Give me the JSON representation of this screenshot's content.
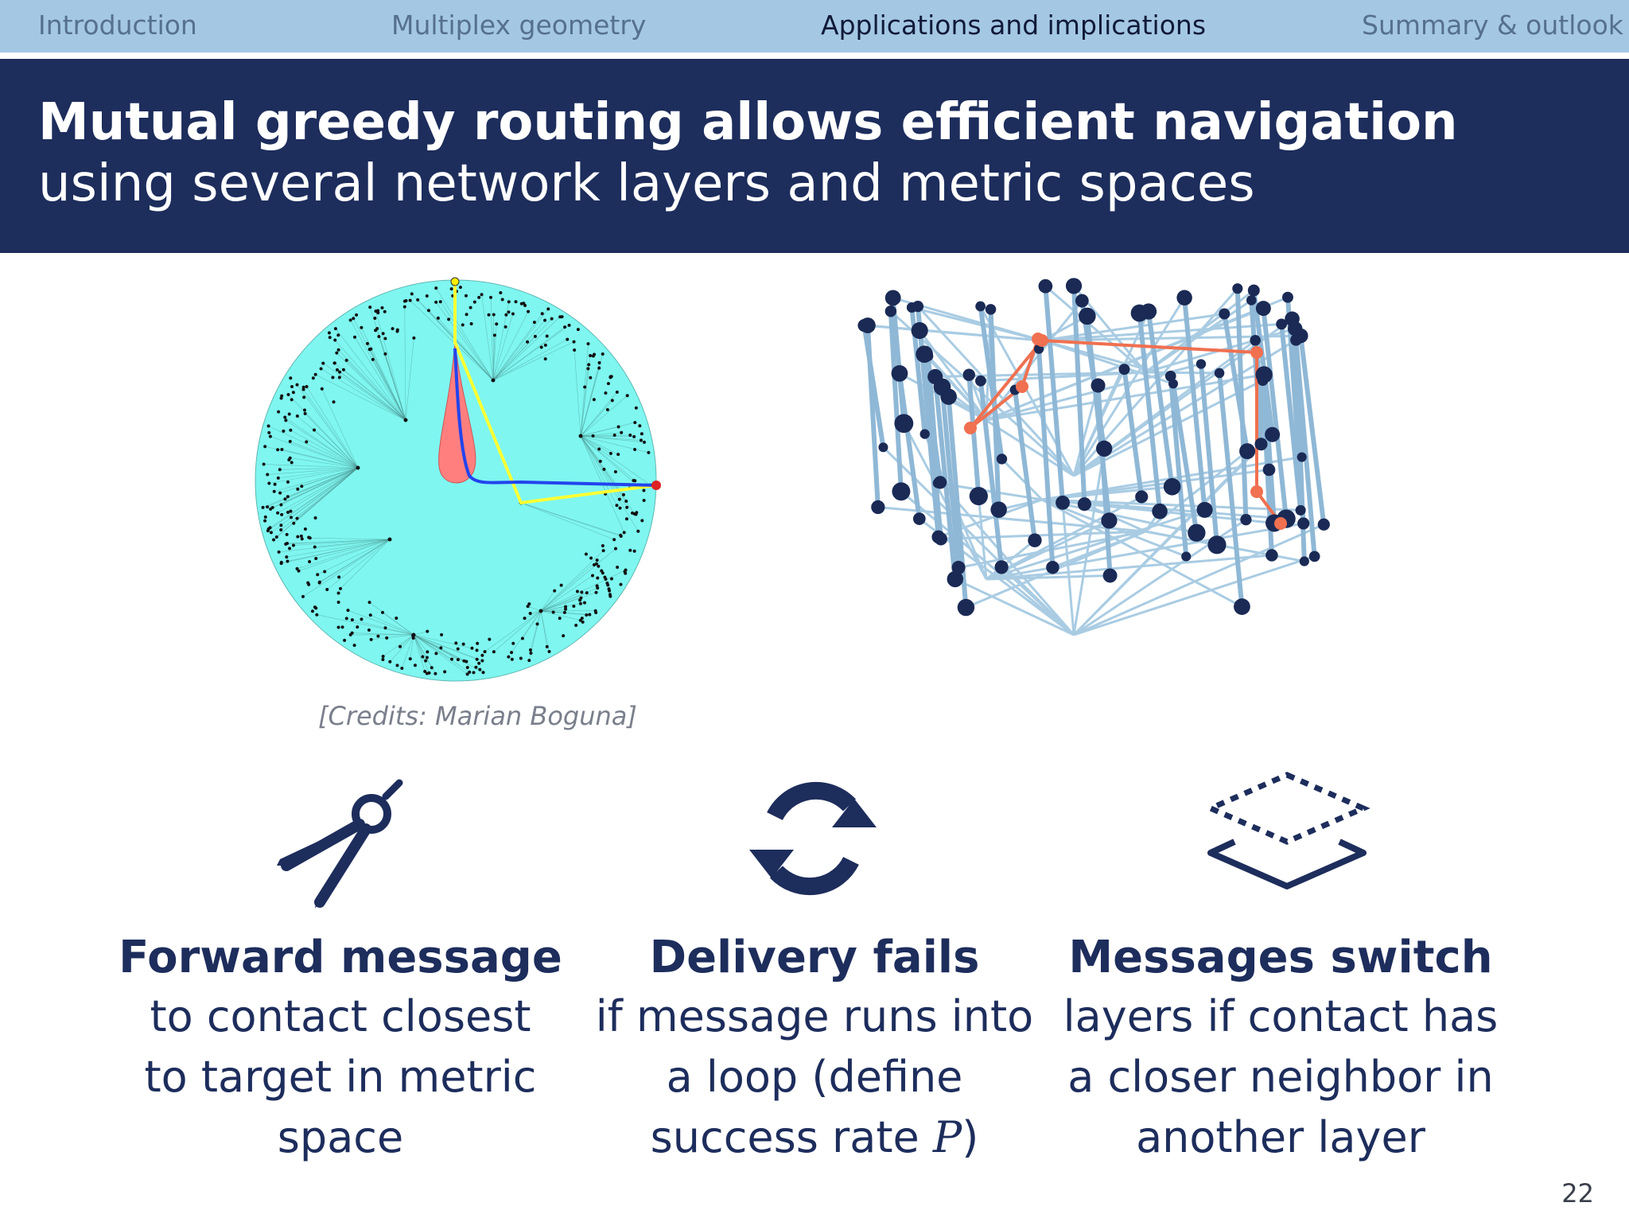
{
  "nav": {
    "items": [
      {
        "label": "Introduction",
        "active": false
      },
      {
        "label": "Multiplex geometry",
        "active": false
      },
      {
        "label": "Applications and implications",
        "active": true
      },
      {
        "label": "Summary & outlook",
        "active": false
      }
    ]
  },
  "title": {
    "main": "Mutual greedy routing allows efficient navigation",
    "sub": "using several network layers and metric spaces"
  },
  "figures": {
    "credits": "[Credits: Marian Boguna]",
    "colors": {
      "disk_fill": "#7ff6f0",
      "node": "#1a2a55",
      "path_node": "#f07050",
      "route_blue": "#2244ee",
      "route_yellow": "#ffff33",
      "region": "#ff7f7f",
      "edge": "#a9cce3"
    }
  },
  "columns": [
    {
      "icon": "compass-divider-icon",
      "heading": "Forward message",
      "lines": [
        "to contact closest",
        "to target in metric",
        "space"
      ]
    },
    {
      "icon": "refresh-cycle-icon",
      "heading": "Delivery fails",
      "lines": [
        "if message runs into",
        "a loop (define",
        "success rate "
      ],
      "math_var": "P",
      "math_tail": ")"
    },
    {
      "icon": "layers-icon",
      "heading": "Messages switch",
      "lines": [
        "layers if contact has",
        "a closer neighbor in",
        "another layer"
      ]
    }
  ],
  "page_number": "22",
  "accent": "#1d2d5c",
  "nav_bg": "#a4c8e4"
}
